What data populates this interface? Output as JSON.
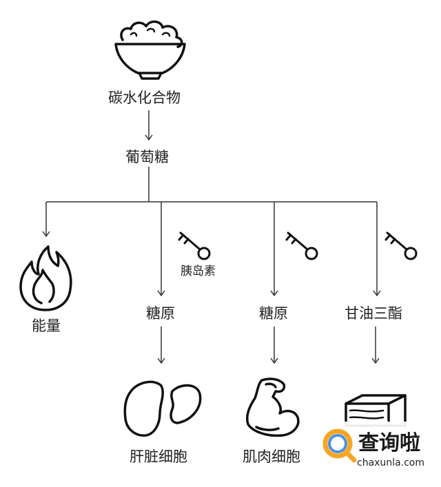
{
  "nodes": {
    "carbohydrate": "碳水化合物",
    "glucose": "葡萄糖",
    "energy": "能量",
    "glycogen_liver": "糖原",
    "insulin": "胰岛素",
    "glycogen_muscle": "糖原",
    "triglyceride": "甘油三酯",
    "liver_cell": "肝脏细胞",
    "muscle_cell": "肌肉细胞"
  },
  "watermark": {
    "brand": "查询啦",
    "domain": "chaxunla.com"
  }
}
